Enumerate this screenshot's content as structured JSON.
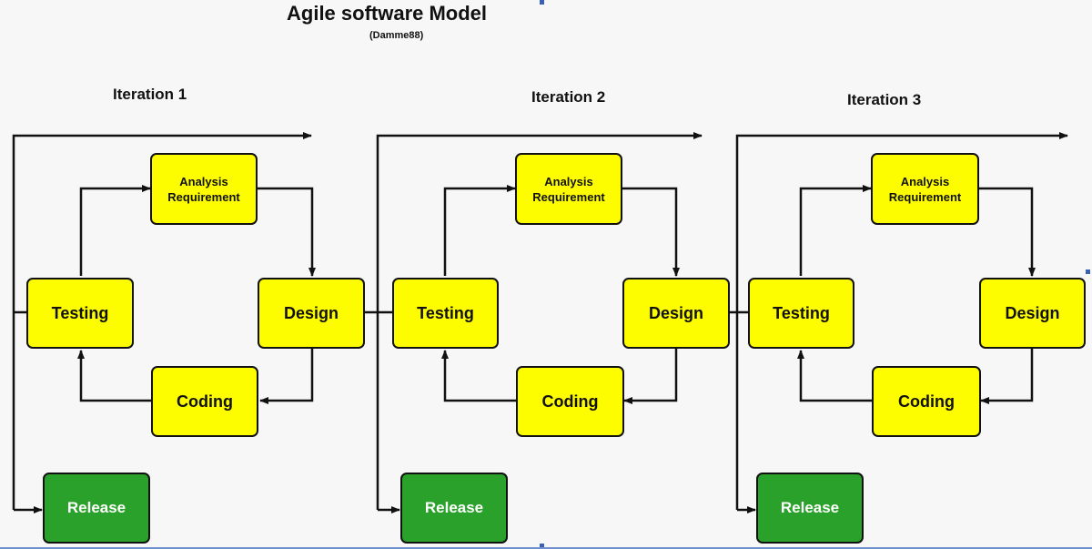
{
  "title": "Agile software Model",
  "subtitle": "(Damme88)",
  "iterations": [
    {
      "label": "Iteration 1",
      "analysis_line1": "Analysis",
      "analysis_line2": "Requirement",
      "design": "Design",
      "coding": "Coding",
      "testing": "Testing",
      "release": "Release"
    },
    {
      "label": "Iteration 2",
      "analysis_line1": "Analysis",
      "analysis_line2": "Requirement",
      "design": "Design",
      "coding": "Coding",
      "testing": "Testing",
      "release": "Release"
    },
    {
      "label": "Iteration 3",
      "analysis_line1": "Analysis",
      "analysis_line2": "Requirement",
      "design": "Design",
      "coding": "Coding",
      "testing": "Testing",
      "release": "Release"
    }
  ],
  "colors": {
    "box_yellow": "#fdfd00",
    "box_green": "#2aa12a",
    "line": "#111111"
  }
}
